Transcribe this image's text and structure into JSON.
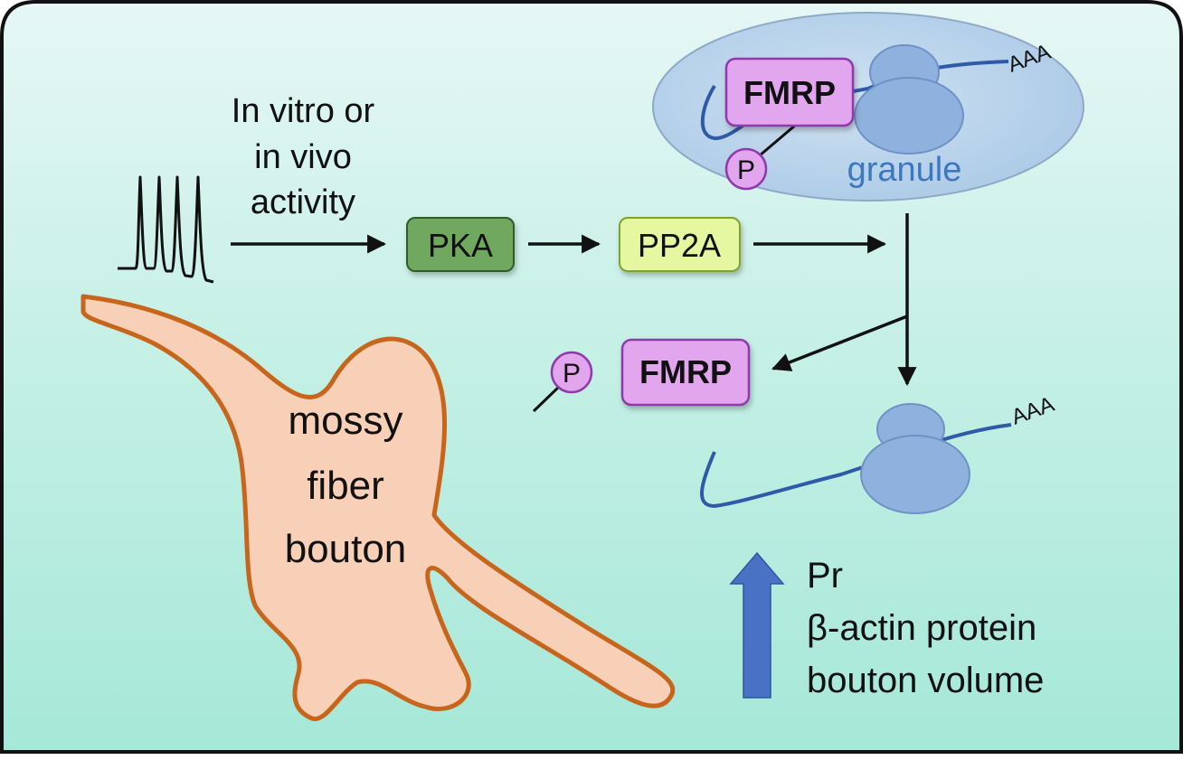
{
  "activity": {
    "line1": "In vitro or",
    "line2": "in vivo",
    "line3": "activity"
  },
  "boxes": {
    "pka": "PKA",
    "pp2a": "PP2A",
    "fmrp_granule": "FMRP",
    "fmrp_free": "FMRP"
  },
  "phospho": {
    "granule_p": "P",
    "free_p": "P"
  },
  "granule": {
    "label": "granule",
    "polya_top": "AAA"
  },
  "ribosome_free": {
    "polya": "AAA"
  },
  "bouton": {
    "line1": "mossy",
    "line2": "fiber",
    "line3": "bouton"
  },
  "effects": {
    "line1": "Pr",
    "line2": "β-actin protein",
    "line3": "bouton volume"
  },
  "colors": {
    "background_top": "#e3f6f2",
    "background_bottom": "#a8e9d9",
    "pka_fill": "#6fa85f",
    "pp2a_fill": "#e6f7a2",
    "fmrp_fill": "#e2a6ef",
    "granule_fill": "#bcd6ec",
    "ribosome_fill": "#8fb1de",
    "mrna_line": "#2f5aa8",
    "bouton_fill": "#f8cfb7",
    "bouton_stroke": "#c8651c",
    "up_arrow": "#4a72c4"
  }
}
